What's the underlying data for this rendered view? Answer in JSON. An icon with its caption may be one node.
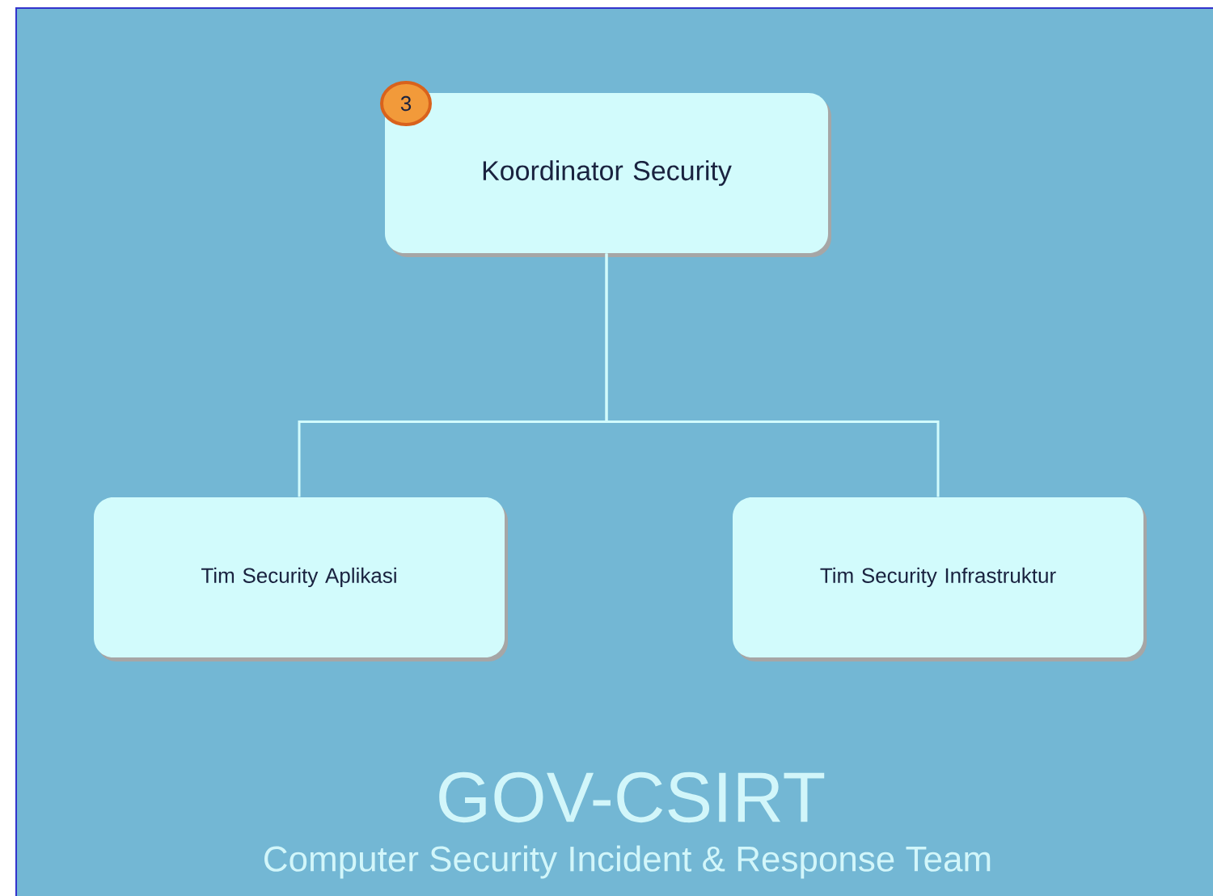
{
  "diagram": {
    "nodes": [
      {
        "text": [
          "Koordinator Security"
        ]
      },
      {
        "text": [
          "3"
        ]
      },
      {
        "text": [
          "Tim Security Aplikasi"
        ]
      },
      {
        "text": [
          "Tim Security Infrastruktur"
        ]
      }
    ],
    "edges": [
      {
        "from": 0,
        "to": 2,
        "arrow": "none"
      },
      {
        "from": 0,
        "to": 3,
        "arrow": "none"
      }
    ],
    "labels": [
      "GOV-CSIRT",
      "Computer Security Incident & Response Team"
    ]
  }
}
